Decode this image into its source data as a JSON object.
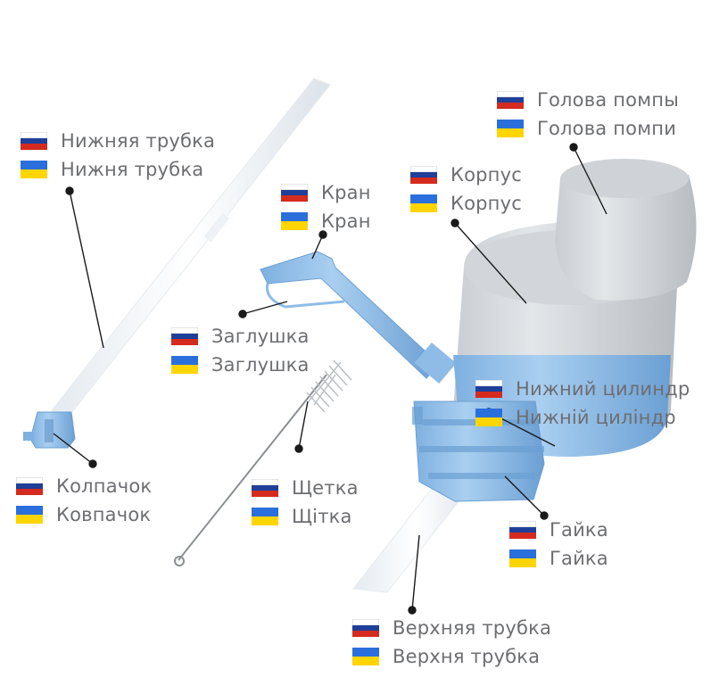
{
  "flag_colors": {
    "ru": [
      "#ffffff",
      "#1f3f99",
      "#d52b1e"
    ],
    "ua": [
      "#2a6fdb",
      "#ffd500"
    ]
  },
  "colors": {
    "pump_body": "#d6d9dc",
    "pump_shadow": "#bfc3c7",
    "blue_part": "#8fbce6",
    "blue_dark": "#6fa3d6",
    "tube": "#f3f6f9",
    "leader_line": "#1a1a1a"
  },
  "labels": {
    "head": {
      "ru": "Голова помпы",
      "ua": "Голова помпи"
    },
    "lower_tube": {
      "ru": "Нижняя трубка",
      "ua": "Нижня трубка"
    },
    "body": {
      "ru": "Корпус",
      "ua": "Корпус"
    },
    "tap": {
      "ru": "Кран",
      "ua": "Кран"
    },
    "plug": {
      "ru": "Заглушка",
      "ua": "Заглушка"
    },
    "lower_cylinder": {
      "ru": "Нижний цилиндр",
      "ua": "Нижній циліндр"
    },
    "cap": {
      "ru": "Колпачок",
      "ua": "Ковпачок"
    },
    "brush": {
      "ru": "Щетка",
      "ua": "Щітка"
    },
    "nut": {
      "ru": "Гайка",
      "ua": "Гайка"
    },
    "upper_tube": {
      "ru": "Верхняя трубка",
      "ua": "Верхня трубка"
    }
  }
}
